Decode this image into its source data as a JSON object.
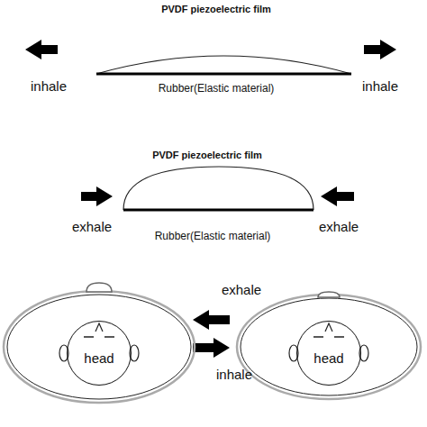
{
  "diagram": {
    "nodes": [
      {
        "text": [
          "head"
        ]
      },
      {
        "text": [
          "head"
        ]
      }
    ],
    "labels": [
      "PVDF piezoelectric film",
      "inhale",
      "inhale",
      "Rubber(Elastic material)",
      "PVDF piezoelectric film",
      "exhale",
      "exhale",
      "Rubber(Elastic material)",
      "exhale",
      "inhale"
    ]
  }
}
